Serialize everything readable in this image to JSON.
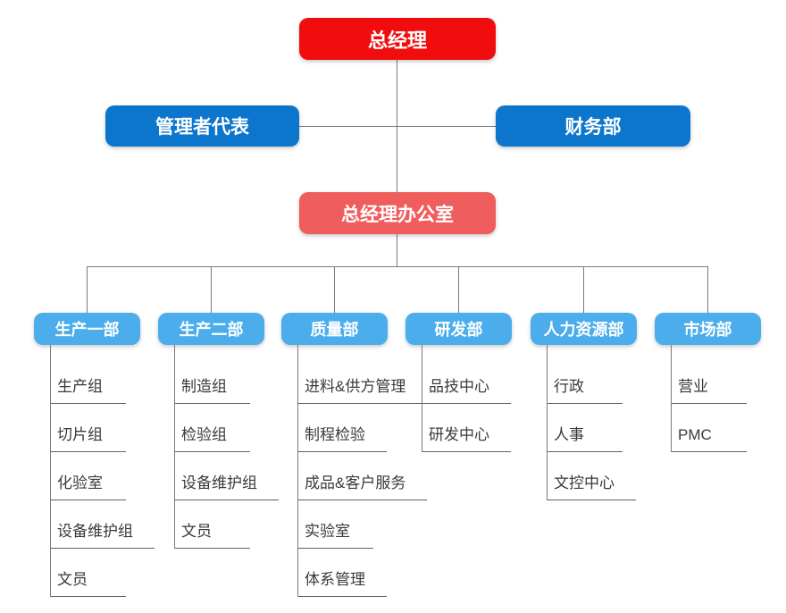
{
  "org_chart": {
    "colors": {
      "level1-bg": "#f10d0d",
      "level2-bg": "#0c76cc",
      "level3-bg": "#ef5d5d",
      "dept-bg": "#4badec",
      "line": "#7a7a7a",
      "text-dark": "#3a3a3a"
    },
    "root": {
      "label": "总经理"
    },
    "level2": [
      {
        "label": "管理者代表"
      },
      {
        "label": "财务部"
      }
    ],
    "level3": {
      "label": "总经理办公室"
    },
    "departments": [
      {
        "label": "生产一部",
        "children": [
          "生产组",
          "切片组",
          "化验室",
          "设备维护组",
          "文员"
        ]
      },
      {
        "label": "生产二部",
        "children": [
          "制造组",
          "检验组",
          "设备维护组",
          "文员"
        ]
      },
      {
        "label": "质量部",
        "children": [
          "进料&供方管理",
          "制程检验",
          "成品&客户服务",
          "实验室",
          "体系管理"
        ]
      },
      {
        "label": "研发部",
        "children": [
          "品技中心",
          "研发中心"
        ]
      },
      {
        "label": "人力资源部",
        "children": [
          "行政",
          "人事",
          "文控中心"
        ]
      },
      {
        "label": "市场部",
        "children": [
          "营业",
          "PMC"
        ]
      }
    ]
  }
}
